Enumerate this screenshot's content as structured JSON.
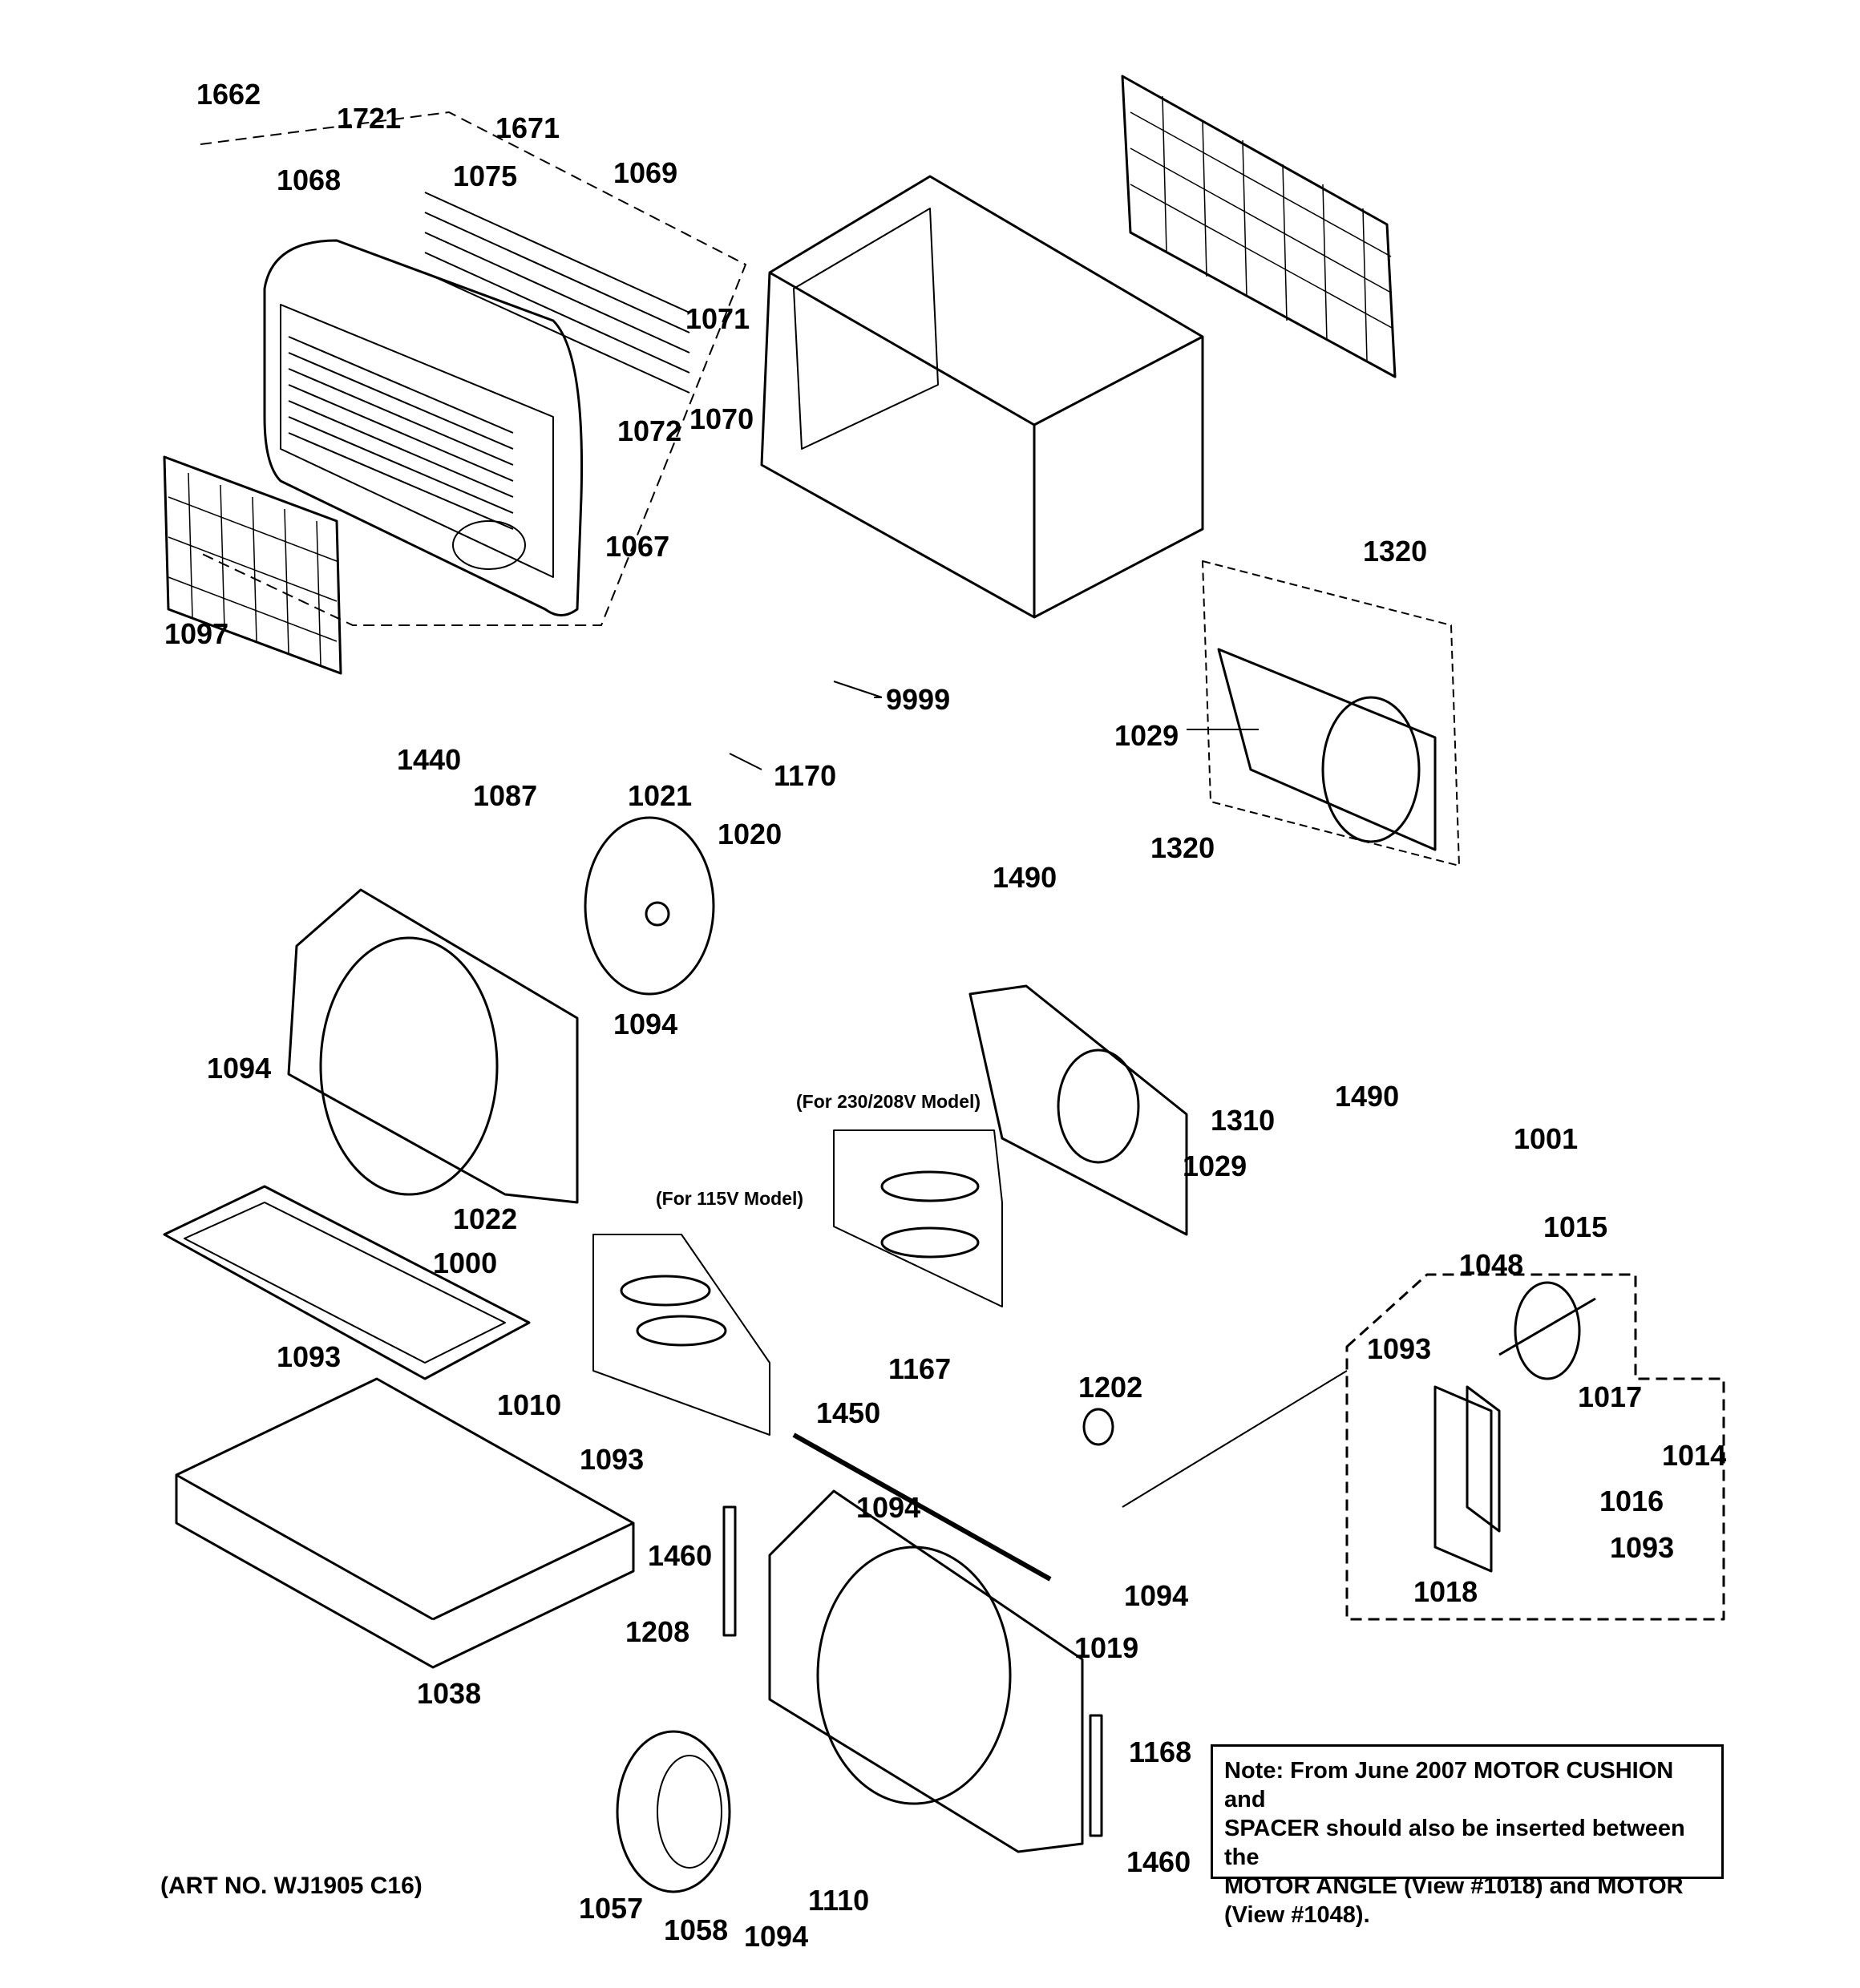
{
  "part_labels": [
    "1662",
    "1721",
    "1671",
    "1068",
    "1075",
    "1069",
    "1071",
    "1070",
    "1072",
    "1067",
    "1097",
    "1320",
    "1029",
    "9999",
    "1170",
    "1087",
    "1440",
    "1021",
    "1020",
    "1490",
    "1490",
    "1320",
    "1094",
    "1094",
    "1310",
    "1029",
    "1022",
    "1000",
    "1093",
    "1010",
    "1093",
    "1450",
    "1167",
    "1202",
    "1001",
    "1015",
    "1048",
    "1093",
    "1017",
    "1014",
    "1016",
    "1093",
    "1018",
    "1460",
    "1208",
    "1094",
    "1094",
    "1019",
    "1168",
    "1038",
    "1460",
    "1057",
    "1058",
    "1094",
    "1110"
  ],
  "model_notes": {
    "model_230v": "(For 230/208V Model)",
    "model_115v": "(For 115V Model)"
  },
  "note": {
    "line1": "Note: From June 2007 MOTOR CUSHION and",
    "line2": "SPACER should also be inserted between the",
    "line3": "MOTOR ANGLE (View #1018) and MOTOR",
    "line4": "(View #1048)."
  },
  "art_number": "(ART NO. WJ1905 C16)"
}
